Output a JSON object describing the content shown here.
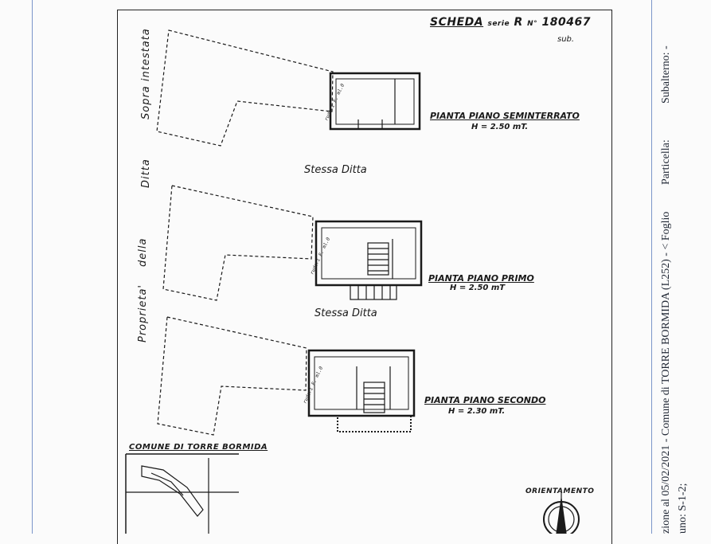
{
  "header": {
    "title": "SCHEDA",
    "serie_label": "serie",
    "serie_value": "R",
    "number_label": "N°",
    "number_value": "180467",
    "sub_label": "sub."
  },
  "left_vertical_text": {
    "part1": "Sopra intestata",
    "part2": "Ditta",
    "part3": "della",
    "part4": "Proprieta'"
  },
  "plans": [
    {
      "label": "PIANTA PIANO SEMINTERRATO",
      "height": "H = 2.50 mT."
    },
    {
      "label": "PIANTA PIANO PRIMO",
      "height": "H = 2.50 mT"
    },
    {
      "label": "PIANTA PIANO SECONDO",
      "height": "H = 2.30 mT."
    }
  ],
  "stessa_ditta": [
    "Stessa Ditta",
    "Stessa Ditta"
  ],
  "comune_label": "COMUNE DI TORRE BORMIDA",
  "orientamento_label": "ORIENTAMENTO",
  "right_side": {
    "col1": "zione al 05/02/2021 - Comune di TORRE BORMIDA (L252) - < Foglio",
    "col1b": "Particella:",
    "col1c": "Subalterno: -",
    "col2": "uno: S-1-2;"
  },
  "colors": {
    "margin_lines": "#7b95c9",
    "ink": "#1a1a1a"
  }
}
